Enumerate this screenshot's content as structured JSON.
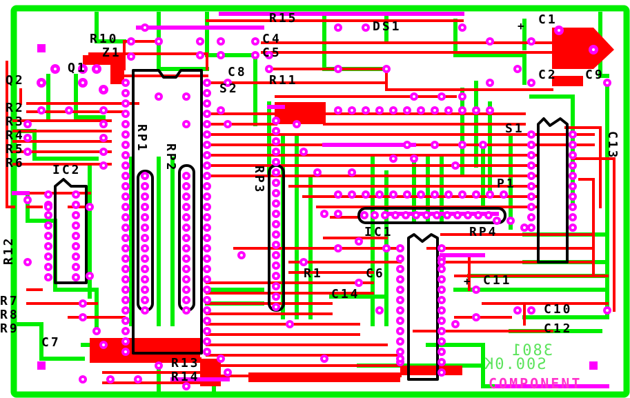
{
  "colors": {
    "background": "#ffffff",
    "top_copper": "#ff0000",
    "bottom_copper": "#00ee00",
    "pads": "#ff00ff",
    "outline": "#000000"
  },
  "board": {
    "footer_label": "COMPONENT",
    "ghost_text": "S00.0K",
    "ghost_text_top": "3801"
  },
  "labels": {
    "r15": "R15",
    "ds1": "DS1",
    "c1": "C1",
    "plus_c1": "+",
    "r10": "R10",
    "z1": "Z1",
    "c4": "C4",
    "c5": "C5",
    "q1": "Q1",
    "q2": "Q2",
    "c8": "C8",
    "r11": "R11",
    "c2": "C2",
    "c9": "C9",
    "s2": "S2",
    "r2": "R2",
    "r3": "R3",
    "r4": "R4",
    "r5": "R5",
    "r6": "R6",
    "rp1": "RP1",
    "rp2": "RP2",
    "rp3": "RP3",
    "s1": "S1",
    "c13": "C13",
    "ic2": "IC2",
    "p1": "P1",
    "ic1": "IC1",
    "rp4": "RP4",
    "r12": "R12",
    "r1": "R1",
    "c6": "C6",
    "c11": "C11",
    "plus_c11": "+",
    "c14": "C14",
    "r7": "R7",
    "r8": "R8",
    "r9": "R9",
    "c7": "C7",
    "c10": "C10",
    "c12": "C12",
    "r13": "R13",
    "r14": "R14"
  }
}
